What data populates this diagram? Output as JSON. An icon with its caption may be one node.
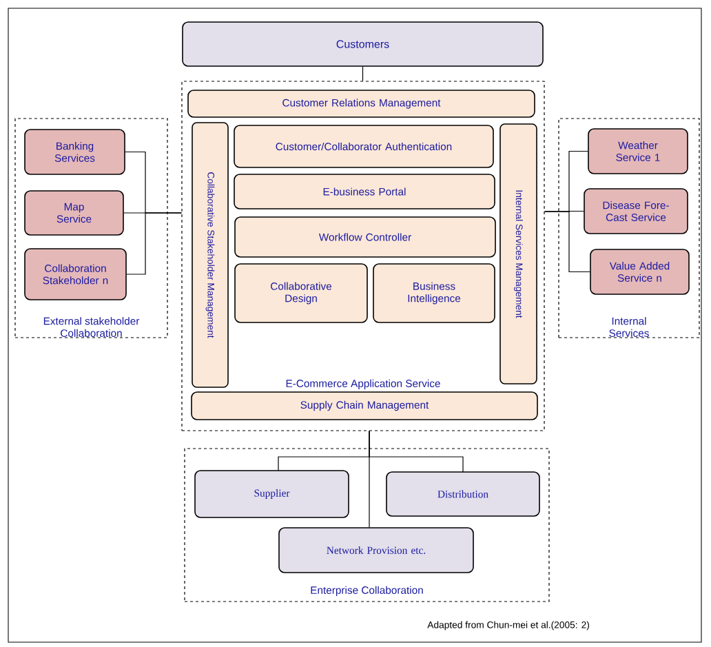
{
  "diagram": {
    "nodes": [
      {
        "text": [
          "Customers"
        ]
      },
      {
        "text": [
          "E-Commerce Application Service"
        ]
      },
      {
        "text": [
          "Customer Relations Management"
        ],
        "in": 1
      },
      {
        "text": [
          "Collaborative Stakeholder Management"
        ],
        "in": 1
      },
      {
        "text": [
          "Customer/Collaborator Authentication"
        ],
        "in": 1
      },
      {
        "text": [
          "E-business Portal"
        ],
        "in": 1
      },
      {
        "text": [
          "Workflow Controller"
        ],
        "in": 1
      },
      {
        "text": [
          "Collaborative Design"
        ],
        "in": 1
      },
      {
        "text": [
          "Business Intelligence"
        ],
        "in": 1
      },
      {
        "text": [
          "Internal Services Management"
        ],
        "in": 1
      },
      {
        "text": [
          "Supply Chain Management"
        ],
        "in": 1
      },
      {
        "text": [
          "External stakeholder Collaboration"
        ]
      },
      {
        "text": [
          "Banking Services"
        ],
        "in": 11
      },
      {
        "text": [
          "Map Service"
        ],
        "in": 11
      },
      {
        "text": [
          "Collaboration Stakeholder n"
        ],
        "in": 11
      },
      {
        "text": [
          "Internal Services"
        ]
      },
      {
        "text": [
          "Weather Service 1"
        ],
        "in": 15
      },
      {
        "text": [
          "Disease Fore-Cast Service"
        ],
        "in": 15
      },
      {
        "text": [
          "Value Added Service n"
        ],
        "in": 15
      },
      {
        "text": [
          "Enterprise Collaboration"
        ]
      },
      {
        "text": [
          "Supplier"
        ],
        "in": 19
      },
      {
        "text": [
          "Distribution"
        ],
        "in": 19
      },
      {
        "text": [
          "Network Provision etc."
        ],
        "in": 19
      }
    ],
    "edges": [
      {
        "from": 0,
        "to": 1,
        "arrow": "none"
      },
      {
        "from": 12,
        "to": 1,
        "arrow": "none"
      },
      {
        "from": 13,
        "to": 1,
        "arrow": "none"
      },
      {
        "from": 14,
        "to": 1,
        "arrow": "none"
      },
      {
        "from": 1,
        "to": 16,
        "arrow": "none"
      },
      {
        "from": 1,
        "to": 17,
        "arrow": "none"
      },
      {
        "from": 1,
        "to": 18,
        "arrow": "none"
      },
      {
        "from": 1,
        "to": 20,
        "arrow": "none"
      },
      {
        "from": 1,
        "to": 21,
        "arrow": "none"
      },
      {
        "from": 1,
        "to": 22,
        "arrow": "none"
      }
    ],
    "labels": [
      "Adapted from Chun-mei et al.(2005: 2)"
    ]
  }
}
